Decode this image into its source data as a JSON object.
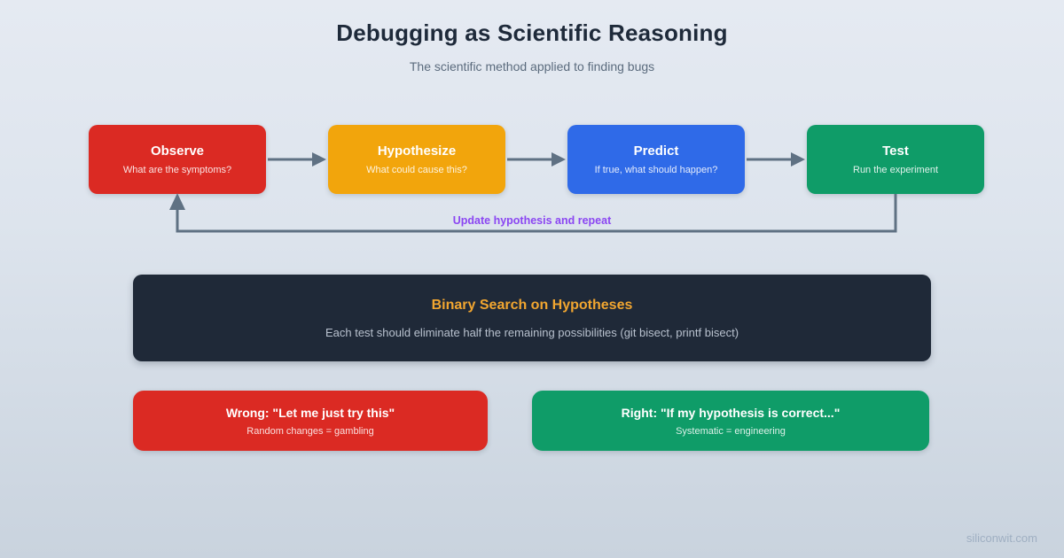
{
  "page": {
    "title": "Debugging as Scientific Reasoning",
    "subtitle": "The scientific method applied to finding bugs",
    "watermark": "siliconwit.com",
    "background_top": "#e5eaf2",
    "background_bottom": "#c9d3de"
  },
  "flow": {
    "arrow_color": "#5f7183",
    "loop_label": "Update hypothesis and repeat",
    "loop_label_color": "#8b46f2",
    "steps": [
      {
        "label": "Observe",
        "caption": "What are the symptoms?",
        "color": "#db2a23"
      },
      {
        "label": "Hypothesize",
        "caption": "What could cause this?",
        "color": "#f2a50c"
      },
      {
        "label": "Predict",
        "caption": "If true, what should happen?",
        "color": "#2f6ae8"
      },
      {
        "label": "Test",
        "caption": "Run the experiment",
        "color": "#0f9c68"
      }
    ]
  },
  "highlight": {
    "title": "Binary Search on Hypotheses",
    "subtitle": "Each test should eliminate half the remaining possibilities (git bisect, printf bisect)",
    "title_color": "#f2a630",
    "background": "#1f2938"
  },
  "comparison": [
    {
      "title": "Wrong: \"Let me just try this\"",
      "caption": "Random changes = gambling",
      "color": "#db2a23"
    },
    {
      "title": "Right: \"If my hypothesis is correct...\"",
      "caption": "Systematic = engineering",
      "color": "#0f9c68"
    }
  ]
}
